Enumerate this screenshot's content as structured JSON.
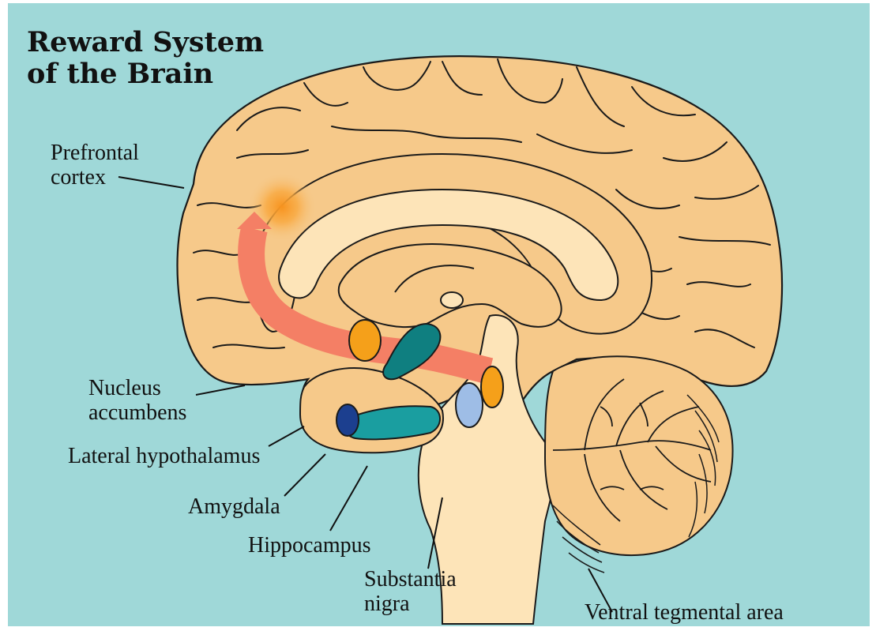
{
  "title": {
    "line1": "Reward System",
    "line2": "of the Brain"
  },
  "labels": {
    "prefrontal_cortex": {
      "line1": "Prefrontal",
      "line2": "cortex"
    },
    "nucleus_accumbens": {
      "line1": "Nucleus",
      "line2": "accumbens"
    },
    "lateral_hypothalamus": "Lateral hypothalamus",
    "amygdala": "Amygdala",
    "hippocampus": "Hippocampus",
    "substantia_nigra": {
      "line1": "Substantia",
      "line2": "nigra"
    },
    "ventral_tegmental_area": "Ventral tegmental area"
  },
  "colors": {
    "background": "#9fd8d8",
    "cortex": "#f6c98a",
    "inner_white_matter": "#fde4b8",
    "pathway_arrow": "#f47f65",
    "prefrontal_glow": "#f7931e",
    "nucleus_accumbens": "#f5a01a",
    "lateral_hypothalamus": "#0f7f80",
    "amygdala": "#1c3f8f",
    "hippocampus": "#1a9ea0",
    "substantia_nigra": "#9ebde6",
    "ventral_tegmental_area": "#f5a01a"
  }
}
